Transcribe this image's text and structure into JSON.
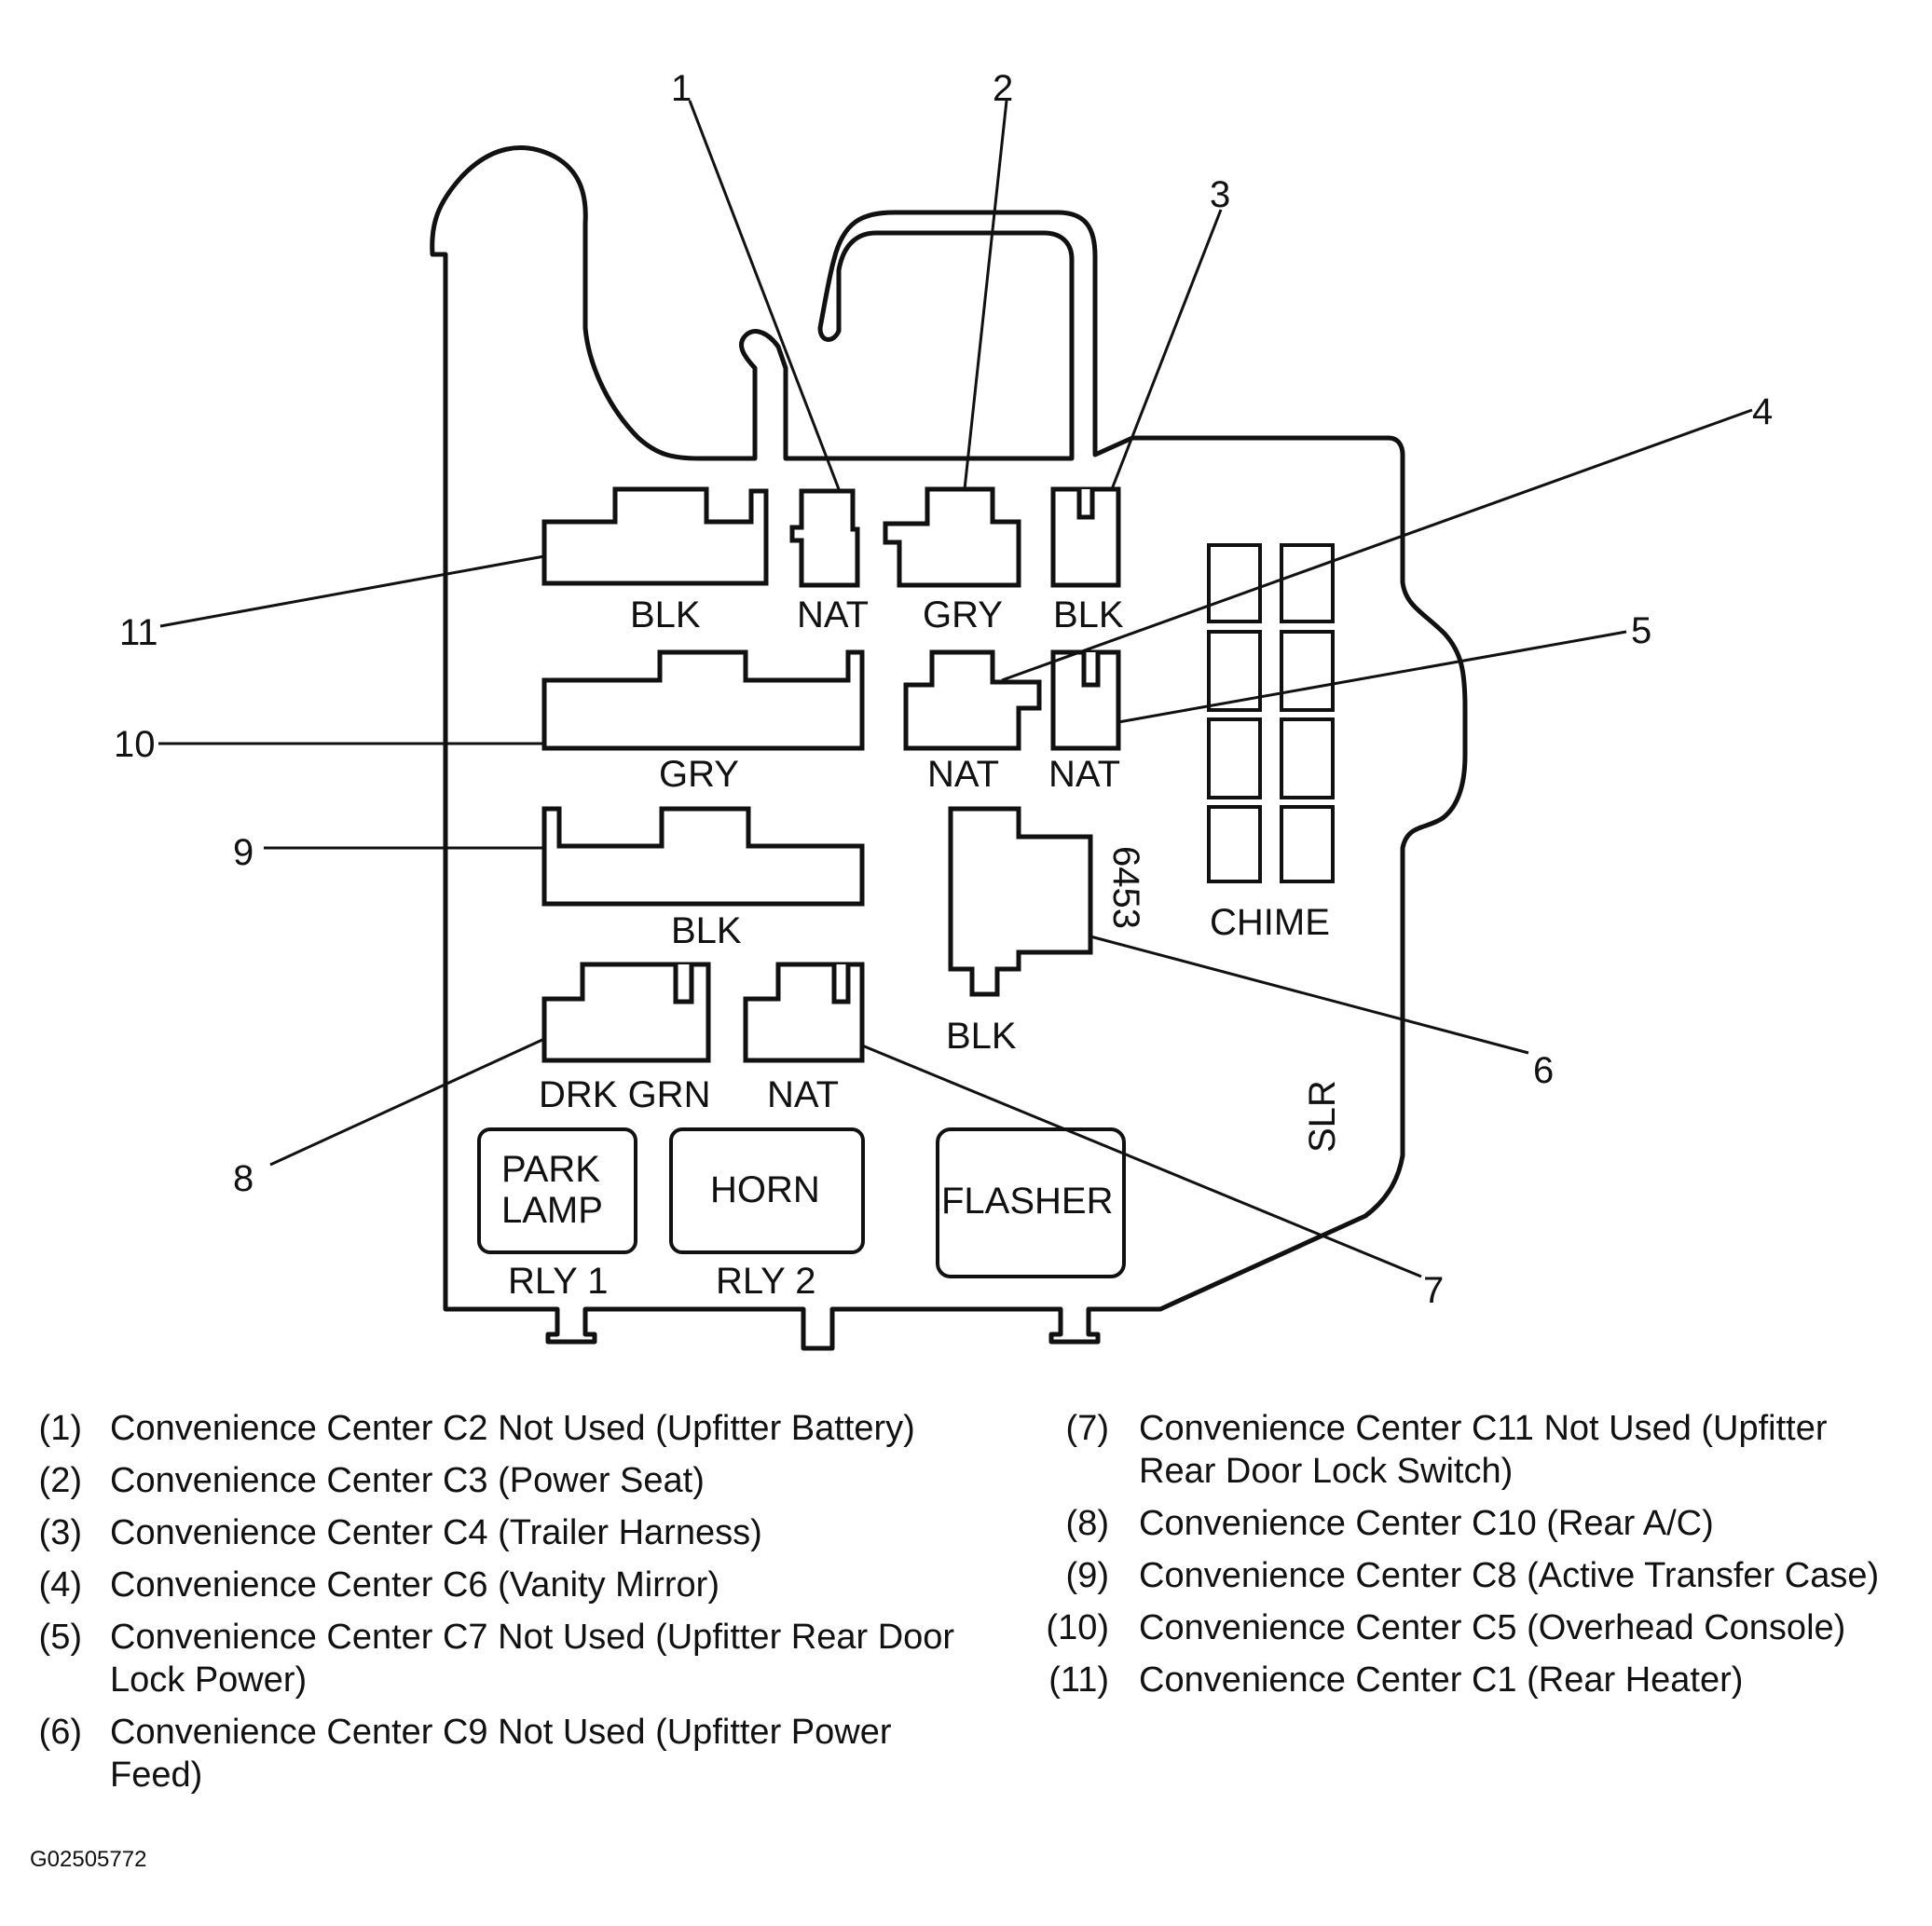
{
  "connector_labels": {
    "c11": "BLK",
    "c2": "NAT",
    "c3": "GRY",
    "c4": "BLK",
    "c5": "GRY",
    "c6": "NAT",
    "c7": "NAT",
    "c8": "BLK",
    "c9": "BLK",
    "c10": "DRK GRN",
    "c11_not_used": "NAT",
    "chime": "CHIME",
    "part_number": "6453",
    "slr": "SLR"
  },
  "relays": {
    "park_lamp_line1": "PARK",
    "park_lamp_line2": "LAMP",
    "rly1": "RLY 1",
    "horn": "HORN",
    "rly2": "RLY 2",
    "flasher": "FLASHER"
  },
  "callouts": [
    "1",
    "2",
    "3",
    "4",
    "5",
    "6",
    "7",
    "8",
    "9",
    "10",
    "11"
  ],
  "legend_left": [
    {
      "index": "(1)",
      "text": "Convenience Center C2 Not Used (Upfitter Battery)"
    },
    {
      "index": "(2)",
      "text": "Convenience Center C3 (Power Seat)"
    },
    {
      "index": "(3)",
      "text": "Convenience Center C4 (Trailer Harness)"
    },
    {
      "index": "(4)",
      "text": "Convenience Center C6 (Vanity Mirror)"
    },
    {
      "index": "(5)",
      "text": "Convenience Center C7 Not Used (Upfitter Rear Door Lock Power)"
    },
    {
      "index": "(6)",
      "text": "Convenience Center C9 Not Used (Upfitter Power Feed)"
    }
  ],
  "legend_right": [
    {
      "index": "(7)",
      "text": "Convenience Center C11 Not Used (Upfitter Rear Door Lock Switch)"
    },
    {
      "index": "(8)",
      "text": "Convenience Center C10 (Rear A/C)"
    },
    {
      "index": "(9)",
      "text": "Convenience Center C8 (Active Transfer Case)"
    },
    {
      "index": "(10)",
      "text": "Convenience Center C5 (Overhead Console)"
    },
    {
      "index": "(11)",
      "text": "Convenience Center C1 (Rear Heater)"
    }
  ],
  "figure_id": "G02505772"
}
